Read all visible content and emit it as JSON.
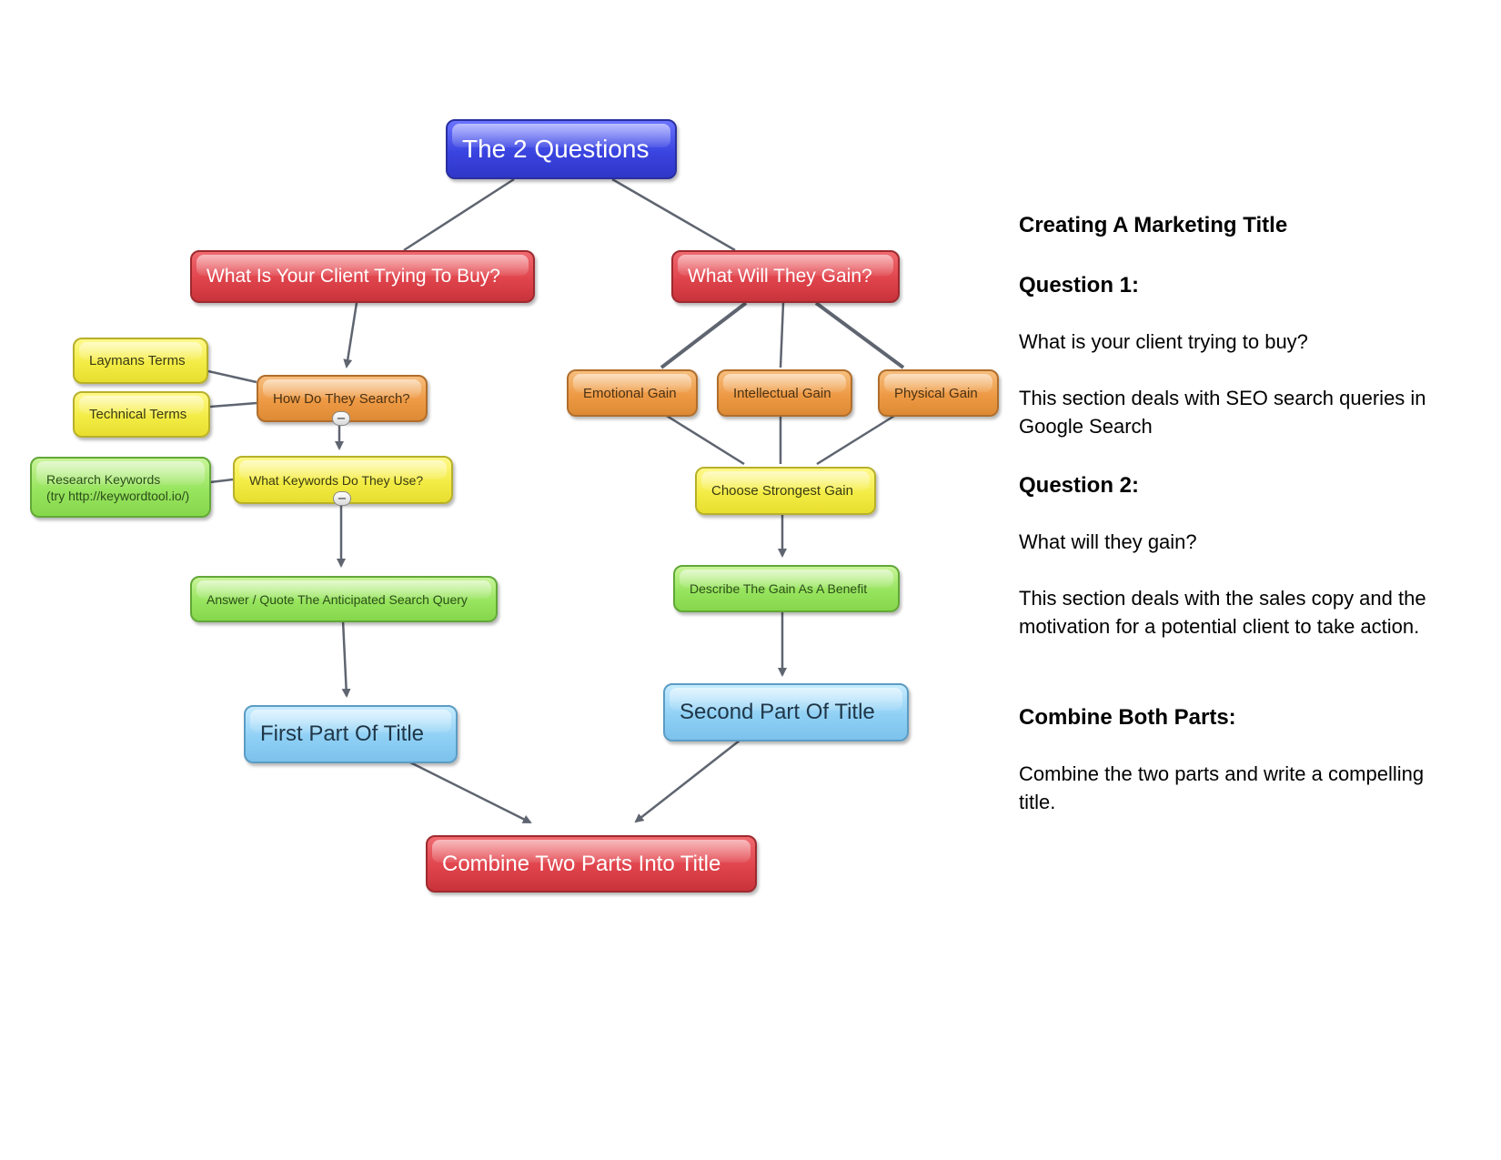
{
  "diagram": {
    "root": "The 2 Questions",
    "q1": "What Is Your Client Trying To Buy?",
    "q2": "What Will They Gain?",
    "laymans": "Laymans Terms",
    "technical": "Technical Terms",
    "how_search": "How Do They Search?",
    "research_line1": "Research Keywords",
    "research_line2": "(try http://keywordtool.io/)",
    "keywords_use": "What Keywords Do They Use?",
    "answer_quote": "Answer / Quote The Anticipated Search Query",
    "first_part": "First Part Of Title",
    "emotional": "Emotional Gain",
    "intellectual": "Intellectual Gain",
    "physical": "Physical Gain",
    "choose": "Choose Strongest Gain",
    "describe": "Describe The Gain As A Benefit",
    "second_part": "Second Part Of Title",
    "combine": "Combine Two Parts Into Title",
    "collapse_symbol": "−"
  },
  "sidebar": {
    "title": "Creating A Marketing Title",
    "q1_heading": "Question 1:",
    "q1_text": "What is your client trying to buy?",
    "q1_desc": "This section deals with SEO search queries in Google Search",
    "q2_heading": "Question 2:",
    "q2_text": "What will they gain?",
    "q2_desc": "This section deals with the sales copy and the motivation for a potential client to take action.",
    "combine_heading": "Combine Both Parts:",
    "combine_text": "Combine the two parts and write a compelling title."
  },
  "colors": {
    "connector": "#5f6570",
    "root": "#3a44e0",
    "question": "#e0444c",
    "orange_node": "#ee9a45",
    "yellow_node": "#f3ec45",
    "green_node": "#97e45e",
    "blue_node": "#8fd0f5"
  }
}
